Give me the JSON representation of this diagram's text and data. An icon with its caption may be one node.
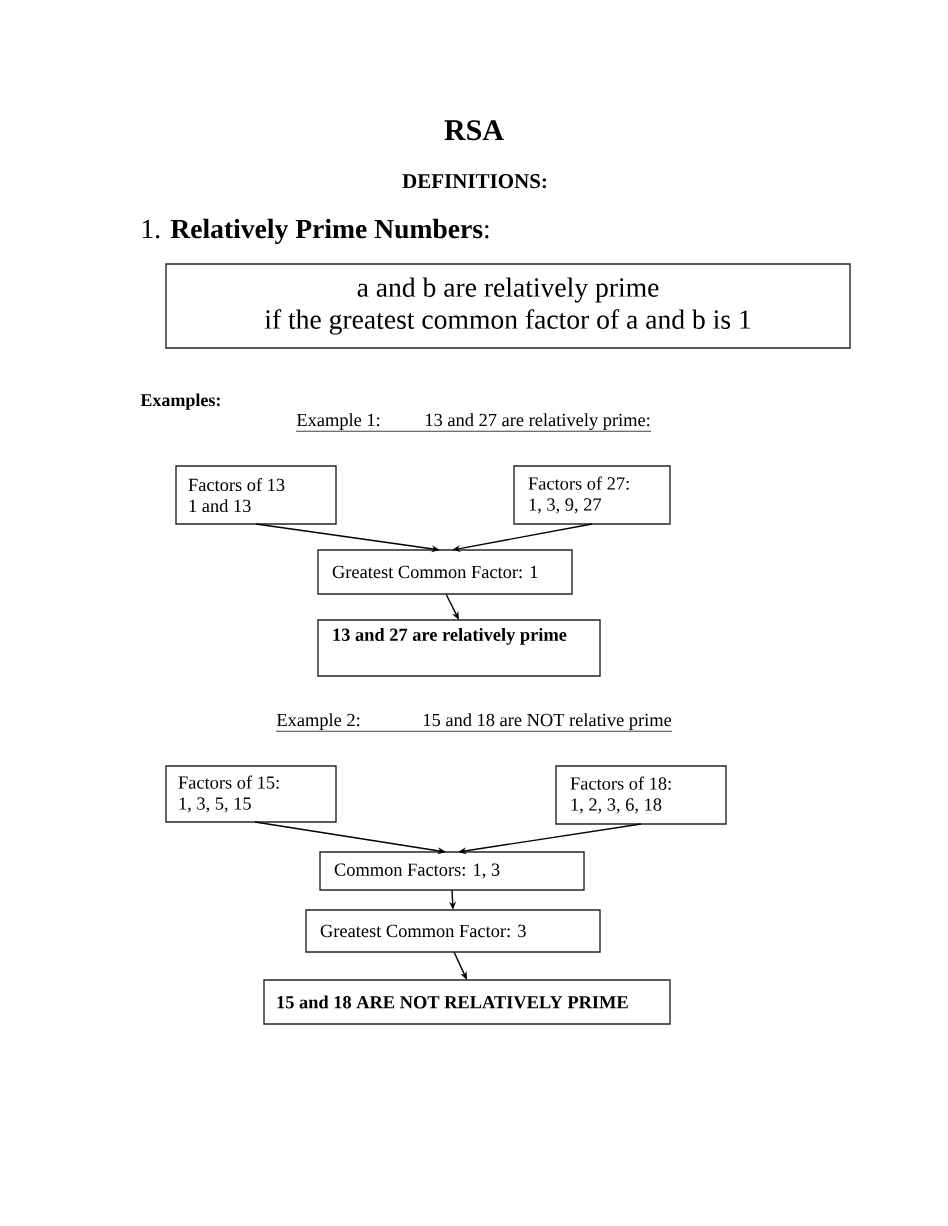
{
  "diagram": {
    "title": "RSA",
    "nodes": [
      {
        "text": [
          "a and b are relatively prime if the greatest common factor of a and b is 1"
        ]
      },
      {
        "text": [
          "Factors of 13",
          "1 and 13"
        ]
      },
      {
        "text": [
          "Factors of 27:",
          "1, 3, 9, 27"
        ]
      },
      {
        "text": [
          "Greatest Common Factor: 1"
        ]
      },
      {
        "text": [
          "13 and 27 are relatively prime"
        ]
      },
      {
        "text": [
          "Factors of 15:",
          "1, 3, 5, 15"
        ]
      },
      {
        "text": [
          "Factors of 18:",
          "1, 2, 3, 6, 18"
        ]
      },
      {
        "text": [
          "Common Factors: 1, 3"
        ]
      },
      {
        "text": [
          "Greatest Common Factor: 3"
        ]
      },
      {
        "text": [
          "15 and 18 ARE NOT RELATIVELY PRIME"
        ]
      }
    ],
    "edges": [
      {
        "from": 1,
        "to": 3,
        "arrow": "to"
      },
      {
        "from": 2,
        "to": 3,
        "arrow": "to"
      },
      {
        "from": 3,
        "to": 4,
        "arrow": "to"
      },
      {
        "from": 5,
        "to": 7,
        "arrow": "to"
      },
      {
        "from": 6,
        "to": 7,
        "arrow": "to"
      },
      {
        "from": 7,
        "to": 8,
        "arrow": "to"
      },
      {
        "from": 8,
        "to": 9,
        "arrow": "to"
      }
    ],
    "labels": [
      "DEFINITIONS:",
      "1. **Relatively Prime Numbers**:",
      "Examples:",
      "Example 1:",
      "13 and 27 are relatively prime:",
      "Example 2:",
      "15 and 18 are NOT relative prime"
    ]
  }
}
